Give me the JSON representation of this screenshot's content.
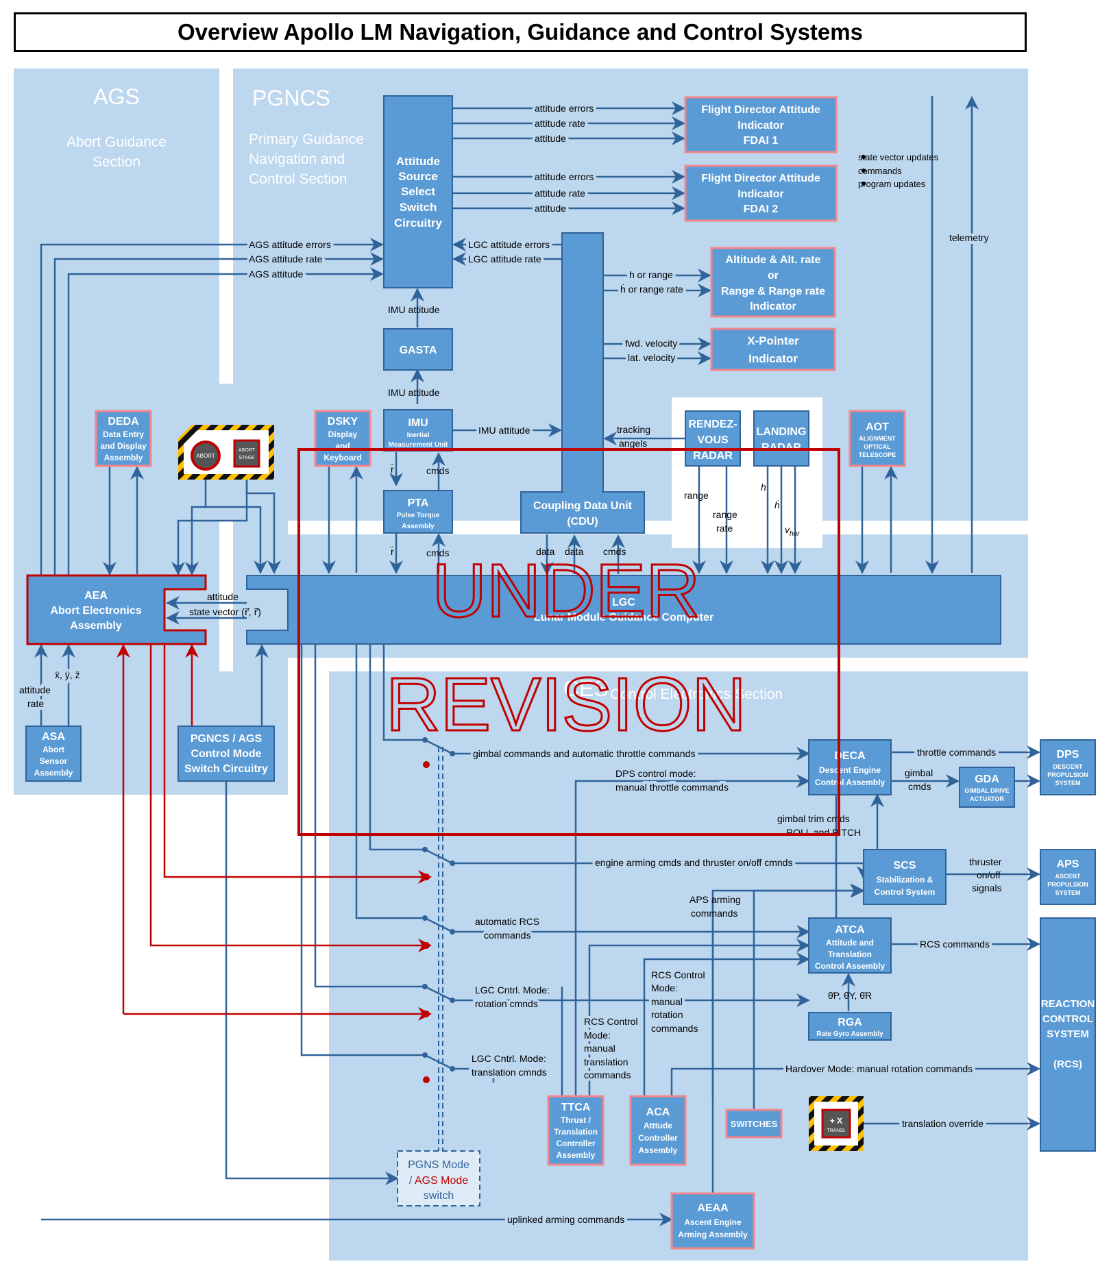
{
  "title": "Overview Apollo LM Navigation, Guidance and Control Systems",
  "overlay": {
    "line1": "UNDER",
    "line2": "REVISION"
  },
  "sections": {
    "ags": {
      "title": "AGS",
      "subtitle": [
        "Abort Guidance",
        "Section"
      ]
    },
    "pgncs": {
      "title": "PGNCS",
      "subtitle": [
        "Primary Guidance",
        "Navigation and",
        "Control Section"
      ]
    },
    "ces": {
      "title": "CES",
      "subtitle": "Control Electronics Section"
    }
  },
  "boxes": {
    "assc": [
      "Attitude",
      "Source",
      "Select",
      "Switch",
      "Circuitry"
    ],
    "fdai1": [
      "Flight Director Attitude",
      "Indicator",
      "FDAI 1"
    ],
    "fdai2": [
      "Flight Director Attitude",
      "Indicator",
      "FDAI 2"
    ],
    "altrate": [
      "Altitude & Alt. rate",
      "or",
      "Range & Range rate",
      "Indicator"
    ],
    "xpointer": [
      "X-Pointer",
      "Indicator"
    ],
    "gasta": [
      "GASTA"
    ],
    "imu": {
      "title": "IMU",
      "sub": [
        "Inertial",
        "Measurement Unit"
      ]
    },
    "pta": {
      "title": "PTA",
      "sub": [
        "Pulse Torque",
        "Assembly"
      ]
    },
    "cdu": [
      "Coupling Data Unit",
      "(CDU)"
    ],
    "dsky": {
      "title": "DSKY",
      "sub": [
        "Display",
        "and",
        "Keyboard"
      ]
    },
    "deda": {
      "title": "DEDA",
      "sub": [
        "Data Entry",
        "and Display",
        "Assembly"
      ]
    },
    "rendezvous": [
      "RENDEZ-",
      "VOUS",
      "RADAR"
    ],
    "landing": [
      "LANDING",
      "RADAR"
    ],
    "aot": {
      "title": "AOT",
      "sub": [
        "ALIGNMENT",
        "OPTICAL",
        "TELESCOPE"
      ]
    },
    "aea": [
      "AEA",
      "Abort Electronics",
      "Assembly"
    ],
    "lgc": [
      "LGC",
      "Lunar Module Guidance Computer"
    ],
    "asa": {
      "title": "ASA",
      "sub": [
        "Abort",
        "Sensor",
        "Assembly"
      ]
    },
    "modeswitch": [
      "PGNCS / AGS",
      "Control Mode",
      "Switch Circuitry"
    ],
    "deca": {
      "title": "DECA",
      "sub": [
        "Descent Engine",
        "Control Assembly"
      ]
    },
    "gda": {
      "title": "GDA",
      "sub": [
        "GIMBAL DRIVE",
        "ACTUATOR"
      ]
    },
    "dps": {
      "title": "DPS",
      "sub": [
        "DESCENT",
        "PROPULSION",
        "SYSTEM"
      ]
    },
    "scs": {
      "title": "SCS",
      "sub": [
        "Stabilization &",
        "Control System"
      ]
    },
    "aps": {
      "title": "APS",
      "sub": [
        "ASCENT",
        "PROPULSION",
        "SYSTEM"
      ]
    },
    "atca": {
      "title": "ATCA",
      "sub": [
        "Attitude and",
        "Translation",
        "Control Assembly"
      ]
    },
    "rga": {
      "title": "RGA",
      "sub": [
        "Rate Gyro Assembly"
      ]
    },
    "rcs": [
      "REACTION",
      "CONTROL",
      "SYSTEM",
      "",
      "(RCS)"
    ],
    "ttca": {
      "title": "TTCA",
      "sub": [
        "Thrust /",
        "Translation",
        "Controller",
        "Assembly"
      ]
    },
    "aca": {
      "title": "ACA",
      "sub": [
        "Atttude",
        "Controller",
        "Assembly"
      ]
    },
    "switches": [
      "SWITCHES"
    ],
    "aeaa": {
      "title": "AEAA",
      "sub": [
        "Ascent Engine",
        "Arming Assembly"
      ]
    },
    "pgnsmode": {
      "l1": "PGNS Mode",
      "l2a": "/ ",
      "l2b": "AGS Mode",
      "l3": "switch"
    }
  },
  "buttons": {
    "abort": "ABORT",
    "abort_stage": [
      "ABORT",
      "STAGE"
    ],
    "transl": [
      "+ X",
      "TRANSL"
    ]
  },
  "labels": {
    "attitude_errors": "attitude errors",
    "attitude_rate": "attitude rate",
    "attitude": "attitude",
    "ags_att_err": "AGS attitude errors",
    "ags_att_rate": "AGS attitude rate",
    "ags_att": "AGS attitude",
    "lgc_att_err": "LGC attitude errors",
    "lgc_att_rate": "LGC attitude rate",
    "imu_attitude": "IMU attitude",
    "h_range": "h or range",
    "hdot_range": "ḣ or range rate",
    "fwd_vel": "fwd. velocity",
    "lat_vel": "lat. velocity",
    "uplink_list": [
      "state vector updates",
      "commands",
      "program updates"
    ],
    "telemetry": "telemetry",
    "tracking": "tracking",
    "angels": "angels",
    "cmds": "cmds",
    "rddot": "r̈",
    "data": "data",
    "range": "range",
    "range_rate": [
      "range",
      "rate"
    ],
    "h": "h",
    "hdot": "ḣ",
    "vhor": "v",
    "vhor_sub": "hor",
    "state_vector": "state vector (r⃗, r⃗̇)",
    "xyz": "ẍ, ÿ, z̈",
    "att_rate_asa": [
      "attitude",
      "rate"
    ],
    "gimbal_throttle": "gimbal commands  and  automatic throttle commands",
    "dps_mode": [
      "DPS control mode:",
      "manual throttle  commands"
    ],
    "throttle_commands": "throttle  commands",
    "gimbal_cmds": [
      "gimbal",
      "cmds"
    ],
    "gimbal_trim": [
      "gimbal trim  cmds",
      "ROLL and PITCH"
    ],
    "engine_arming": "engine arming cmds  and  thruster on/off cmnds",
    "thruster_onoff": [
      "thruster",
      "on/off",
      "signals"
    ],
    "aps_arming": [
      "APS arming",
      "commands"
    ],
    "auto_rcs": [
      "automatic RCS",
      "commands"
    ],
    "rcs_commands": "RCS commands",
    "theta": "θ̇P, θ̇Y, θ̇R",
    "lgc_rot": [
      "LGC Cntrl. Mode:",
      "rotation  cmnds"
    ],
    "rcs_rot": [
      "RCS Control",
      "Mode:",
      "manual",
      "rotation",
      "commands"
    ],
    "rcs_trans": [
      "RCS Control",
      "Mode:",
      "manual",
      "translation",
      "commands"
    ],
    "lgc_trans": [
      "LGC Cntrl. Mode:",
      "translation  cmnds"
    ],
    "hardover": "Hardover Mode:   manual rotation  commands",
    "transl_override": "translation override",
    "uplinked_arming": "uplinked arming commands"
  }
}
